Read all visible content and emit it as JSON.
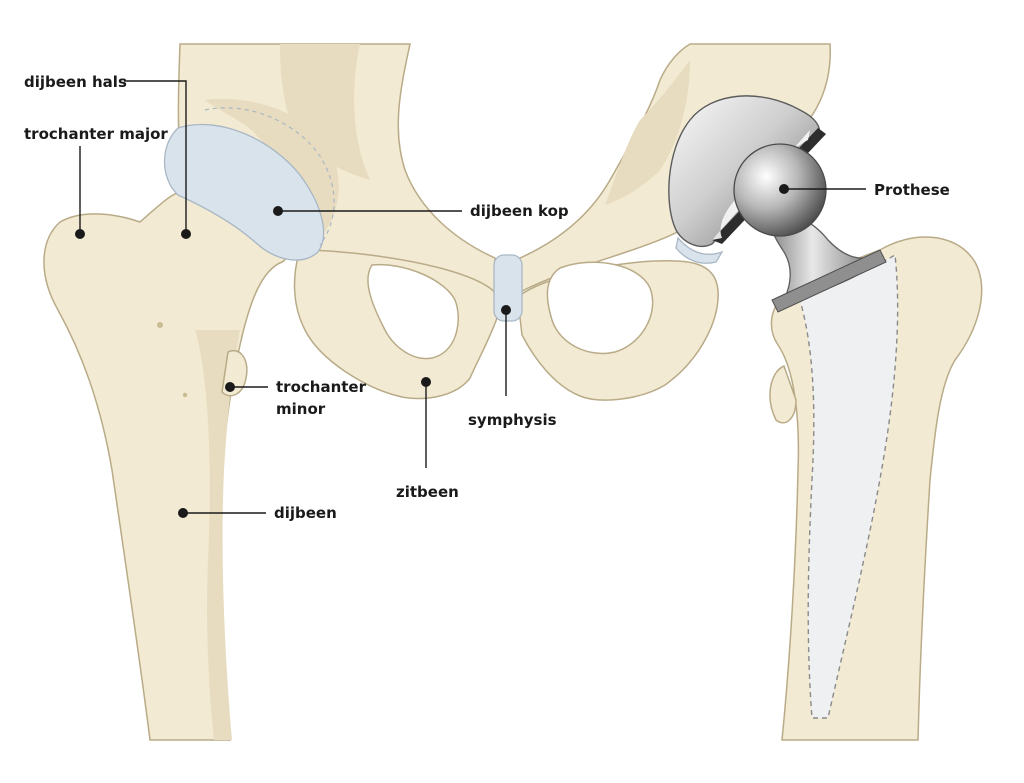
{
  "labels": {
    "femoral_neck": "dijbeen hals",
    "greater_trochanter": "trochanter major",
    "femoral_head": "dijbeen kop",
    "lesser_trochanter_line1": "trochanter",
    "lesser_trochanter_line2": "minor",
    "femur": "dijbeen",
    "ischium": "zitbeen",
    "symphysis": "symphysis",
    "prosthesis": "Prothese"
  },
  "colors": {
    "bone": "#f2ead2",
    "bone_outline": "#b9ab88",
    "cartilage": "#d9e3ec",
    "implant_metal": "#9a9a9a",
    "label_text": "#1a1a1a"
  }
}
